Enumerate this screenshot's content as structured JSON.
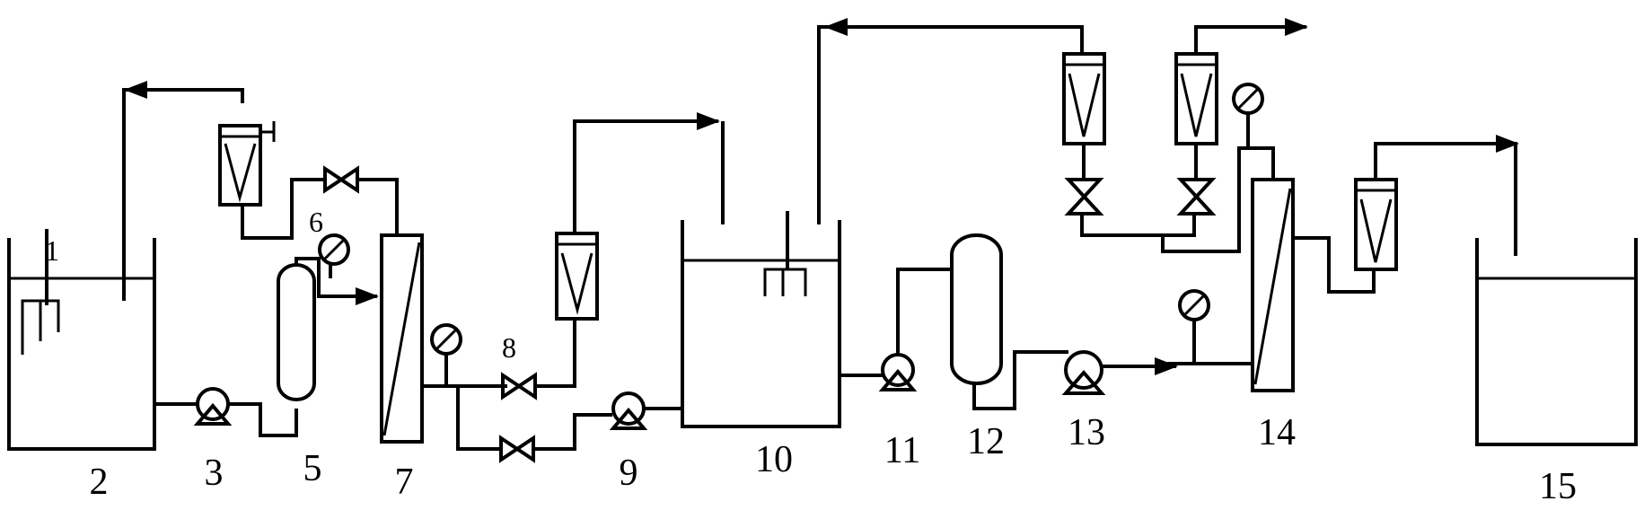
{
  "labels": {
    "l1": "1",
    "l2": "2",
    "l3": "3",
    "l5": "5",
    "l6": "6",
    "l7": "7",
    "l8": "8",
    "l9": "9",
    "l10": "10",
    "l11": "11",
    "l12": "12",
    "l13": "13",
    "l14": "14",
    "l15": "15"
  },
  "colors": {
    "line": "#000000",
    "background": "#ffffff"
  }
}
